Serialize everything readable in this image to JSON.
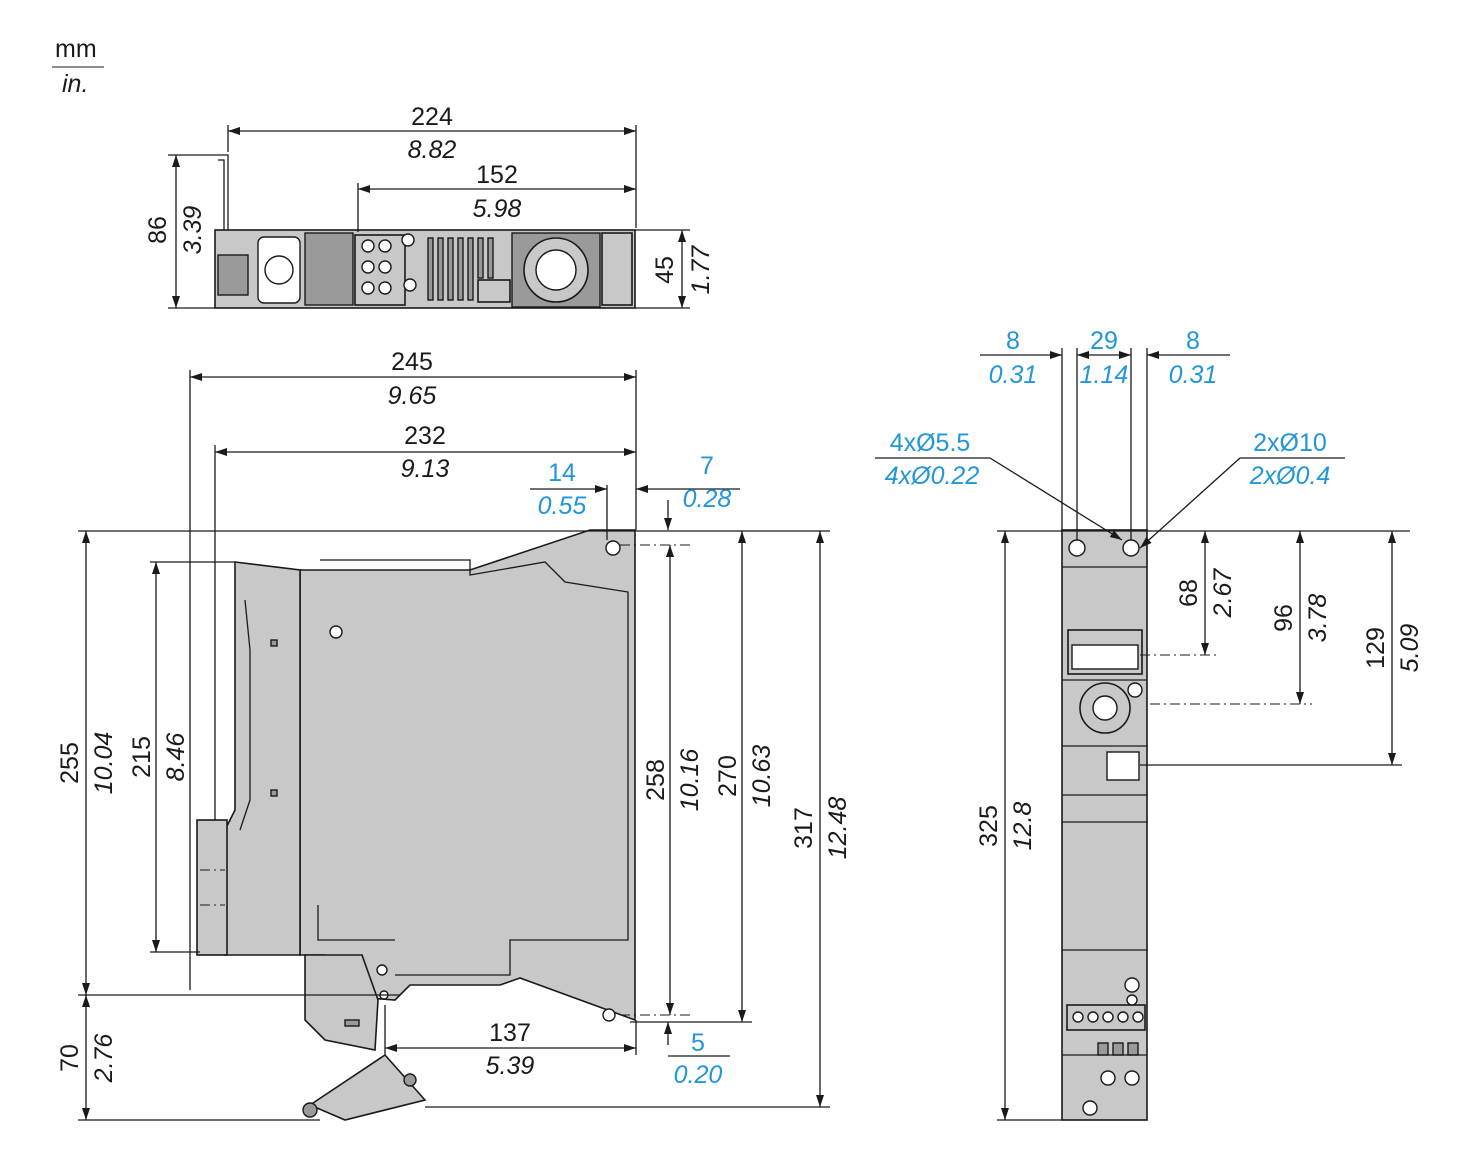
{
  "units": {
    "primary": "mm",
    "secondary": "in."
  },
  "top_view": {
    "overall_width": {
      "mm": "224",
      "in": "8.82"
    },
    "inner_width": {
      "mm": "152",
      "in": "5.98"
    },
    "total_height": {
      "mm": "86",
      "in": "3.39"
    },
    "body_height": {
      "mm": "45",
      "in": "1.77"
    }
  },
  "side_view": {
    "width_total": {
      "mm": "245",
      "in": "9.65"
    },
    "width_body": {
      "mm": "232",
      "in": "9.13"
    },
    "mount_offset": {
      "mm": "14",
      "in": "0.55"
    },
    "back_offset": {
      "mm": "7",
      "in": "0.28"
    },
    "height_255": {
      "mm": "255",
      "in": "10.04"
    },
    "height_215": {
      "mm": "215",
      "in": "8.46"
    },
    "height_258": {
      "mm": "258",
      "in": "10.16"
    },
    "height_270": {
      "mm": "270",
      "in": "10.63"
    },
    "height_317": {
      "mm": "317",
      "in": "12.48"
    },
    "height_70": {
      "mm": "70",
      "in": "2.76"
    },
    "bottom_depth": {
      "mm": "137",
      "in": "5.39"
    },
    "bottom_offset": {
      "mm": "5",
      "in": "0.20"
    }
  },
  "front_view": {
    "left_margin": {
      "mm": "8",
      "in": "0.31"
    },
    "hole_spacing": {
      "mm": "29",
      "in": "1.14"
    },
    "right_margin": {
      "mm": "8",
      "in": "0.31"
    },
    "small_holes": {
      "mm": "4xØ5.5",
      "in": "4xØ0.22"
    },
    "large_holes": {
      "mm": "2xØ10",
      "in": "2xØ0.4"
    },
    "height_325": {
      "mm": "325",
      "in": "12.8"
    },
    "height_68": {
      "mm": "68",
      "in": "2.67"
    },
    "height_96": {
      "mm": "96",
      "in": "3.78"
    },
    "height_129": {
      "mm": "129",
      "in": "5.09"
    }
  },
  "colors": {
    "dimension": "#1a1a1a",
    "mounting_dimension": "#2196d8",
    "body": "#c8c8c8"
  }
}
